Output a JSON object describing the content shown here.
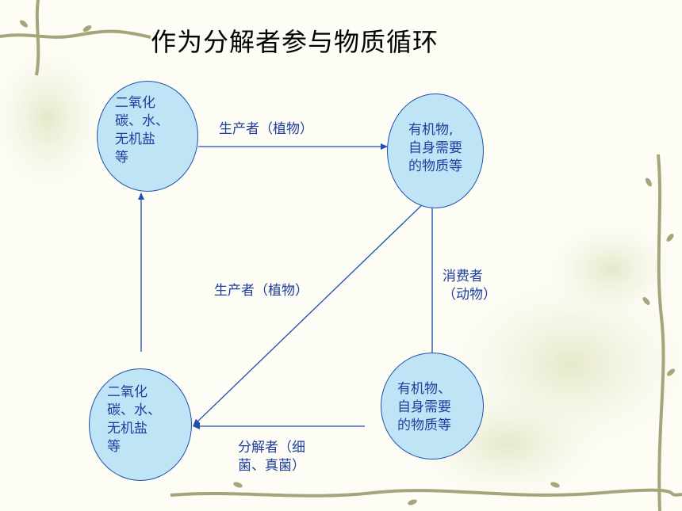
{
  "title": "作为分解者参与物质循环",
  "nodes": {
    "top_left": "二氧化\n碳、水、\n无机盐\n等",
    "top_right": "有机物,\n自身需要\n的物质等",
    "bottom_right": "有机物、\n自身需要\n的物质等",
    "bottom_left": "二氧化\n碳、水、\n无机盐\n等"
  },
  "edges": {
    "top": "生产者（植物）",
    "diagonal": "生产者（植物）",
    "right": "消费者\n（动物）",
    "bottom": "分解者（细\n菌、真菌）"
  },
  "colors": {
    "node_fill": "#bfe4f5",
    "node_border": "#1f4fb0",
    "text": "#1f3e9e",
    "arrow": "#1f4fb0",
    "background": "#fdfcf5"
  }
}
